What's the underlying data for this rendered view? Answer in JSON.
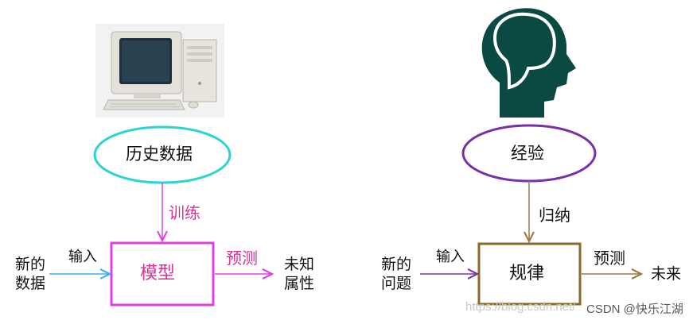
{
  "left": {
    "data_label": "历史数据",
    "train_label": "训练",
    "input_label": "输入",
    "new_data": [
      "新的",
      "数据"
    ],
    "model_label": "模型",
    "predict_label": "预测",
    "output": [
      "未知",
      "属性"
    ],
    "colors": {
      "ellipse": "#2ad4d0",
      "box": "#e040e0",
      "train_text": "#d6339a",
      "model_text": "#d6339a",
      "predict_text": "#d6339a",
      "input_arrow": "#3ab0ee"
    }
  },
  "right": {
    "experience_label": "经验",
    "induce_label": "归纳",
    "input_label": "输入",
    "new_problem": [
      "新的",
      "问题"
    ],
    "rule_label": "规律",
    "predict_label": "预测",
    "output_label": "未来",
    "colors": {
      "ellipse": "#7a2fa8",
      "box": "#8a6a2a",
      "arrows": "#9a7a40",
      "input_arrow": "#7a3aa0",
      "head": "#0b4a42"
    }
  },
  "icons": [
    "computer-icon",
    "human-head-icon"
  ],
  "watermark": {
    "faint": "https://blog.csdn.net/",
    "strong": "CSDN @快乐江湖"
  }
}
